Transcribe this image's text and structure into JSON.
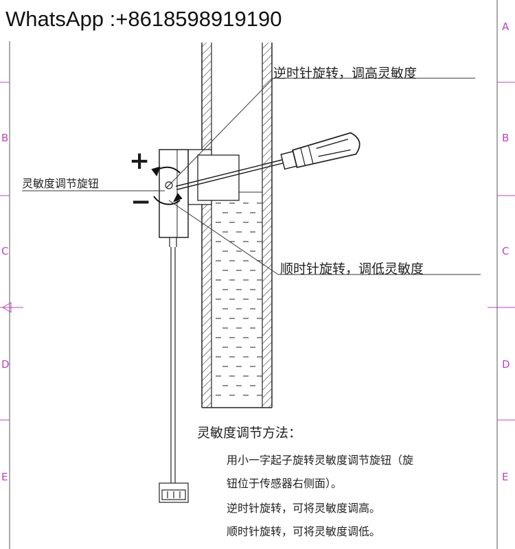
{
  "header": {
    "contact": "WhatsApp :+8618598919190"
  },
  "callouts": {
    "counterclockwise": "逆时针旋转，调高灵敏度",
    "clockwise": "顺时针旋转，调低灵敏度",
    "knob": "灵敏度调节旋钮"
  },
  "symbols": {
    "plus": "+",
    "minus": "−"
  },
  "method": {
    "title": "灵敏度调节方法：",
    "lines": [
      "用小一字起子旋转灵敏度调节旋钮（旋",
      "钮位于传感器右侧面）。",
      "逆时针旋转，可将灵敏度调高。",
      "顺时针旋转，可将灵敏度调低。"
    ]
  },
  "frame": {
    "zones_left": [
      "B",
      "C",
      "D",
      "E"
    ],
    "zones_right": [
      "A",
      "B",
      "C",
      "D",
      "E"
    ]
  },
  "colors": {
    "frame_mark": "#c040c0",
    "line": "#222222"
  },
  "icons": [
    "screwdriver-icon",
    "rotation-arrow-icon",
    "connector-icon"
  ]
}
